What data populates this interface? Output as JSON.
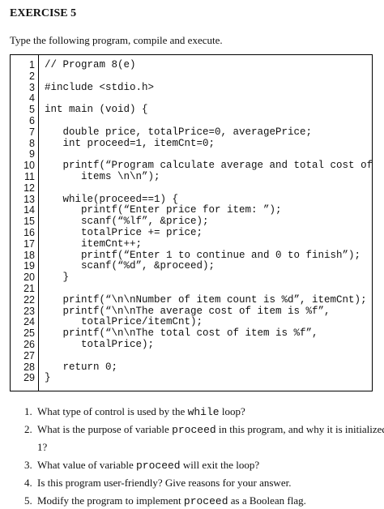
{
  "title": "EXERCISE 5",
  "intro": "Type the following program, compile and execute.",
  "code_lines": [
    {
      "n": "1",
      "t": "// Program 8(e)"
    },
    {
      "n": "2",
      "t": ""
    },
    {
      "n": "3",
      "t": "#include <stdio.h>"
    },
    {
      "n": "4",
      "t": ""
    },
    {
      "n": "5",
      "t": "int main (void) {"
    },
    {
      "n": "6",
      "t": ""
    },
    {
      "n": "7",
      "t": "   double price, totalPrice=0, averagePrice;"
    },
    {
      "n": "8",
      "t": "   int proceed=1, itemCnt=0;"
    },
    {
      "n": "9",
      "t": ""
    },
    {
      "n": "10",
      "t": "   printf(“Program calculate average and total cost of"
    },
    {
      "n": "11",
      "t": "      items \\n\\n”);"
    },
    {
      "n": "12",
      "t": ""
    },
    {
      "n": "13",
      "t": "   while(proceed==1) {"
    },
    {
      "n": "14",
      "t": "      printf(“Enter price for item: ”);"
    },
    {
      "n": "15",
      "t": "      scanf(“%lf”, &price);"
    },
    {
      "n": "16",
      "t": "      totalPrice += price;"
    },
    {
      "n": "17",
      "t": "      itemCnt++;"
    },
    {
      "n": "18",
      "t": "      printf(“Enter 1 to continue and 0 to finish”);"
    },
    {
      "n": "19",
      "t": "      scanf(“%d”, &proceed);"
    },
    {
      "n": "20",
      "t": "   }"
    },
    {
      "n": "21",
      "t": ""
    },
    {
      "n": "22",
      "t": "   printf(“\\n\\nNumber of item count is %d”, itemCnt);"
    },
    {
      "n": "23",
      "t": "   printf(“\\n\\nThe average cost of item is %f”,"
    },
    {
      "n": "24",
      "t": "      totalPrice/itemCnt);"
    },
    {
      "n": "25",
      "t": "   printf(“\\n\\nThe total cost of item is %f”,"
    },
    {
      "n": "26",
      "t": "      totalPrice);"
    },
    {
      "n": "27",
      "t": ""
    },
    {
      "n": "28",
      "t": "   return 0;"
    },
    {
      "n": "29",
      "t": "}"
    }
  ],
  "questions": [
    {
      "num": "1.",
      "parts": [
        "What type of control is used by the ",
        "while",
        " loop?"
      ]
    },
    {
      "num": "2.",
      "parts": [
        "What is the purpose of variable ",
        "proceed",
        " in this program, and why it is initialized to"
      ],
      "cont": "1?"
    },
    {
      "num": "3.",
      "parts": [
        "What value of variable ",
        "proceed",
        " will exit the loop?"
      ]
    },
    {
      "num": "4.",
      "parts": [
        "Is this program user-friendly? Give reasons for your answer.",
        "",
        ""
      ]
    },
    {
      "num": "5.",
      "parts": [
        "Modify the program to implement ",
        "proceed",
        " as a Boolean flag."
      ]
    }
  ]
}
